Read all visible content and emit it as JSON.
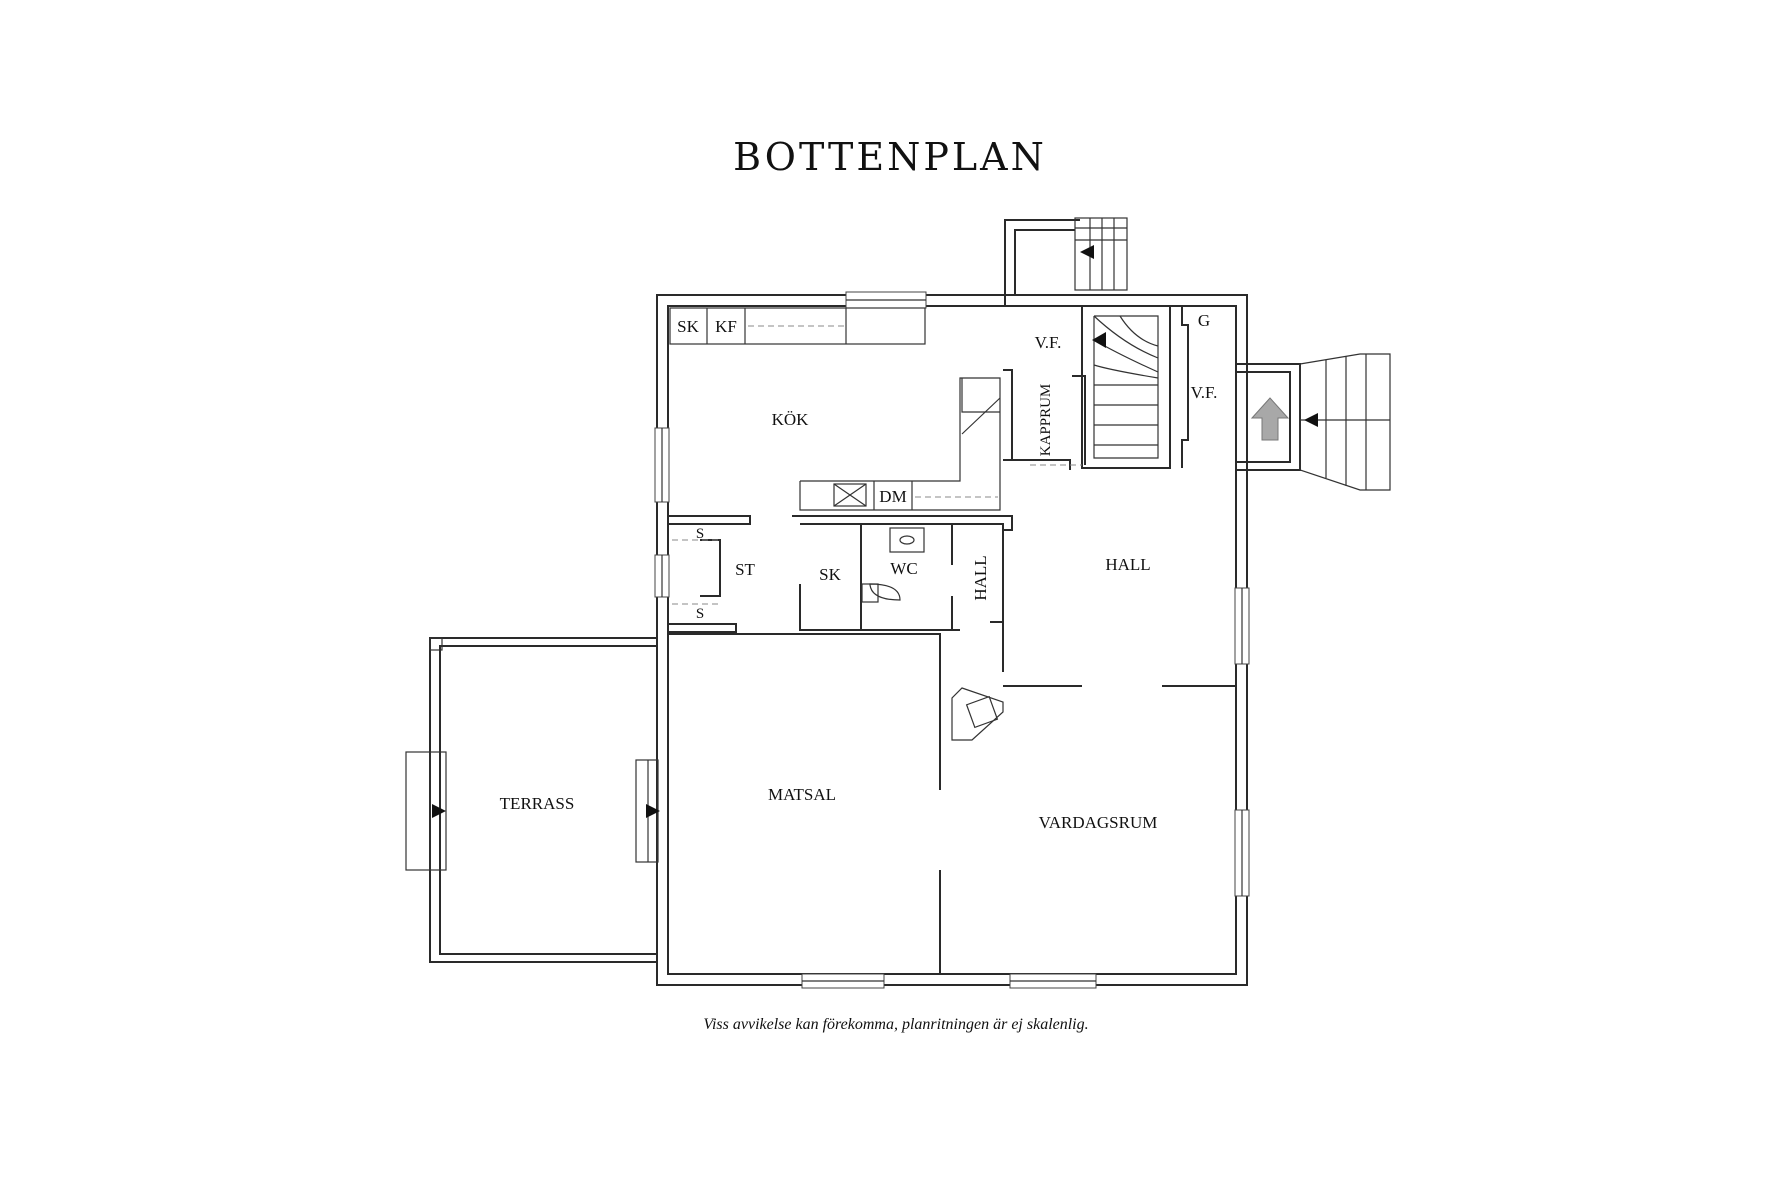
{
  "title": "BOTTENPLAN",
  "rooms": {
    "sk_top": "SK",
    "kf": "KF",
    "kok": "KÖK",
    "vf_1": "V.F.",
    "g": "G",
    "vf_2": "V.F.",
    "kapprum": "KAPPRUM",
    "dm": "DM",
    "s_1": "S",
    "st": "ST",
    "s_2": "S",
    "sk_mid": "SK",
    "wc": "WC",
    "hall_small": "HALL",
    "hall": "HALL",
    "terrass": "TERRASS",
    "matsal": "MATSAL",
    "vardagsrum": "VARDAGSRUM"
  },
  "disclaimer": "Viss avvikelse kan förekomma, planritningen är ej skalenlig.",
  "colors": {
    "wall": "#2a2a2a",
    "arrow": "#111111",
    "entrance_arrow": "#a8a8a8"
  }
}
